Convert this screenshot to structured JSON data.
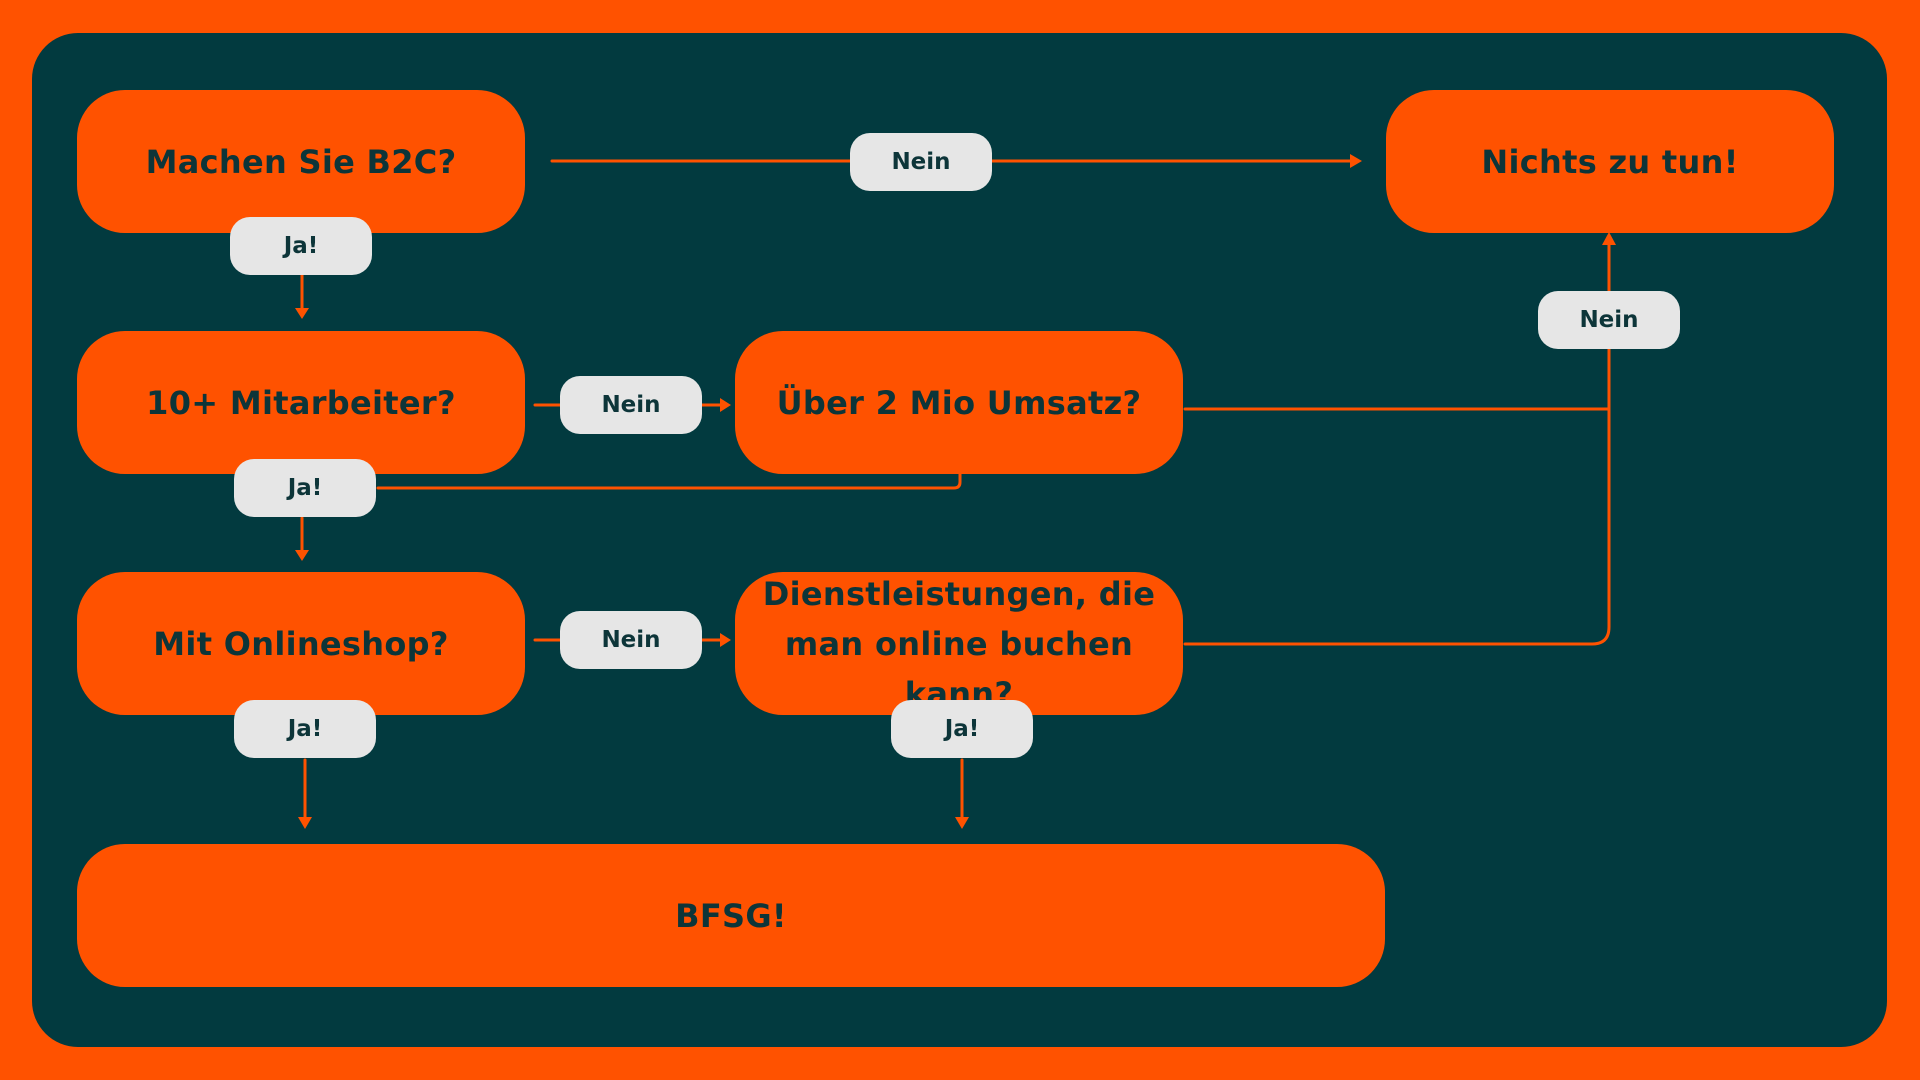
{
  "nodes": {
    "b2c": "Machen Sie B2C?",
    "nothing": "Nichts zu tun!",
    "employees": "10+ Mitarbeiter?",
    "revenue": "Über 2 Mio Umsatz?",
    "onlineshop": "Mit Onlineshop?",
    "services_line1": "Dienstleistungen, die",
    "services_line2": "man online buchen kann?",
    "bfsg": "BFSG!"
  },
  "labels": {
    "yes": "Ja!",
    "no": "Nein"
  },
  "colors": {
    "accent": "#FF5200",
    "panel": "#023A3F",
    "pill": "#E6E6E6",
    "text": "#0D3539"
  }
}
